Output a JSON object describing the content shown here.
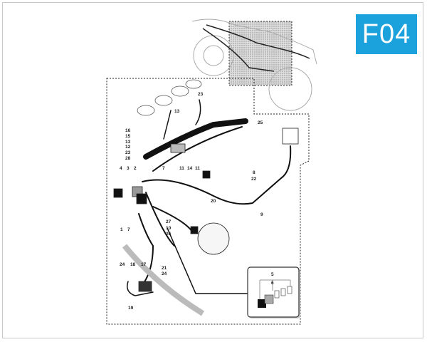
{
  "badge": {
    "text": "F04",
    "color": "#1ba1dc"
  },
  "callouts": [
    {
      "id": "c23a",
      "text": "23"
    },
    {
      "id": "c13a",
      "text": "13"
    },
    {
      "id": "c16",
      "text": "16"
    },
    {
      "id": "c15",
      "text": "15"
    },
    {
      "id": "c13b",
      "text": "13"
    },
    {
      "id": "c12",
      "text": "12"
    },
    {
      "id": "c23b",
      "text": "23"
    },
    {
      "id": "c28",
      "text": "28"
    },
    {
      "id": "c11a",
      "text": "11"
    },
    {
      "id": "c14",
      "text": "14"
    },
    {
      "id": "c11b",
      "text": "11"
    },
    {
      "id": "c4",
      "text": "4"
    },
    {
      "id": "c3",
      "text": "3"
    },
    {
      "id": "c2",
      "text": "2"
    },
    {
      "id": "c7a",
      "text": "7"
    },
    {
      "id": "c25",
      "text": "25"
    },
    {
      "id": "c8",
      "text": "8"
    },
    {
      "id": "c22",
      "text": "22"
    },
    {
      "id": "c20",
      "text": "20"
    },
    {
      "id": "c9",
      "text": "9"
    },
    {
      "id": "c1",
      "text": "1"
    },
    {
      "id": "c7b",
      "text": "7"
    },
    {
      "id": "c27",
      "text": "27"
    },
    {
      "id": "c10",
      "text": "10"
    },
    {
      "id": "c26",
      "text": "26"
    },
    {
      "id": "c24a",
      "text": "24"
    },
    {
      "id": "c18",
      "text": "18"
    },
    {
      "id": "c17",
      "text": "17"
    },
    {
      "id": "c21",
      "text": "21"
    },
    {
      "id": "c24b",
      "text": "24"
    },
    {
      "id": "c19",
      "text": "19"
    },
    {
      "id": "c5",
      "text": "5"
    },
    {
      "id": "c6",
      "text": "6"
    }
  ]
}
